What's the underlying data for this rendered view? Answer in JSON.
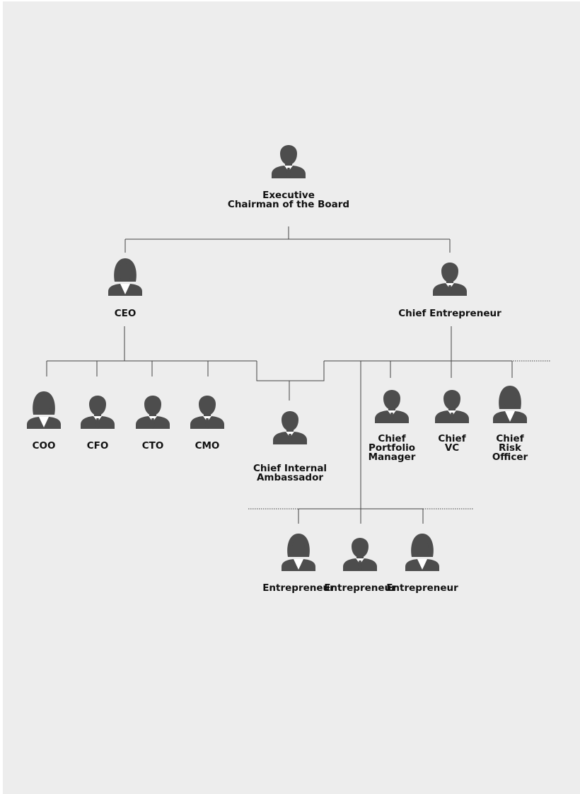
{
  "colors": {
    "background": "#ededed",
    "figure": "#4d4d4d",
    "line": "#444444",
    "text": "#111111"
  },
  "nodes": [
    {
      "id": "chairman",
      "icon": "man-icon",
      "label_lines": [
        "Executive",
        "Chairman of the Board"
      ]
    },
    {
      "id": "ceo",
      "icon": "woman-icon",
      "label_lines": [
        "CEO"
      ]
    },
    {
      "id": "chief-entrepreneur",
      "icon": "man-icon",
      "label_lines": [
        "Chief Entrepreneur"
      ]
    },
    {
      "id": "coo",
      "icon": "woman-icon",
      "label_lines": [
        "COO"
      ]
    },
    {
      "id": "cfo",
      "icon": "man-icon",
      "label_lines": [
        "CFO"
      ]
    },
    {
      "id": "cto",
      "icon": "man-icon",
      "label_lines": [
        "CTO"
      ]
    },
    {
      "id": "cmo",
      "icon": "man-icon",
      "label_lines": [
        "CMO"
      ]
    },
    {
      "id": "chief-internal-ambassador",
      "icon": "man-icon",
      "label_lines": [
        "Chief Internal",
        "Ambassador"
      ]
    },
    {
      "id": "chief-portfolio-manager",
      "icon": "man-icon",
      "label_lines": [
        "Chief",
        "Portfolio",
        "Manager"
      ]
    },
    {
      "id": "chief-vc",
      "icon": "man-icon",
      "label_lines": [
        "Chief",
        "VC"
      ]
    },
    {
      "id": "chief-risk-officer",
      "icon": "woman-icon",
      "label_lines": [
        "Chief",
        "Risk",
        "Officer"
      ]
    },
    {
      "id": "entrepreneur-1",
      "icon": "woman-icon",
      "label_lines": [
        "Entrepreneur"
      ]
    },
    {
      "id": "entrepreneur-2",
      "icon": "man-icon",
      "label_lines": [
        "Entrepreneur"
      ]
    },
    {
      "id": "entrepreneur-3",
      "icon": "woman-icon",
      "label_lines": [
        "Entrepreneur"
      ]
    }
  ],
  "edges": [
    [
      "chairman",
      "ceo"
    ],
    [
      "chairman",
      "chief-entrepreneur"
    ],
    [
      "ceo",
      "coo"
    ],
    [
      "ceo",
      "cfo"
    ],
    [
      "ceo",
      "cto"
    ],
    [
      "ceo",
      "cmo"
    ],
    [
      "ceo",
      "chief-internal-ambassador"
    ],
    [
      "chief-entrepreneur",
      "chief-portfolio-manager"
    ],
    [
      "chief-entrepreneur",
      "chief-vc"
    ],
    [
      "chief-entrepreneur",
      "chief-risk-officer"
    ],
    [
      "chief-entrepreneur",
      "entrepreneur-1"
    ],
    [
      "chief-entrepreneur",
      "entrepreneur-2"
    ],
    [
      "chief-entrepreneur",
      "entrepreneur-3"
    ]
  ]
}
